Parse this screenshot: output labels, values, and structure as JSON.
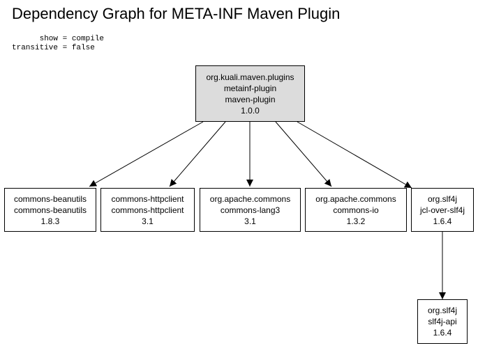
{
  "title": "Dependency Graph for META-INF Maven Plugin",
  "params": {
    "show_line": "      show = compile",
    "transitive_line": "transitive = false"
  },
  "nodes": {
    "root": {
      "group": "org.kuali.maven.plugins",
      "artifact": "metainf-plugin",
      "packaging": "maven-plugin",
      "version": "1.0.0"
    },
    "beanutils": {
      "group": "commons-beanutils",
      "artifact": "commons-beanutils",
      "version": "1.8.3"
    },
    "httpclient": {
      "group": "commons-httpclient",
      "artifact": "commons-httpclient",
      "version": "3.1"
    },
    "lang3": {
      "group": "org.apache.commons",
      "artifact": "commons-lang3",
      "version": "3.1"
    },
    "io": {
      "group": "org.apache.commons",
      "artifact": "commons-io",
      "version": "1.3.2"
    },
    "jcl": {
      "group": "org.slf4j",
      "artifact": "jcl-over-slf4j",
      "version": "1.6.4"
    },
    "slf4j_api": {
      "group": "org.slf4j",
      "artifact": "slf4j-api",
      "version": "1.6.4"
    }
  },
  "edges": [
    {
      "from": "root",
      "to": "beanutils"
    },
    {
      "from": "root",
      "to": "httpclient"
    },
    {
      "from": "root",
      "to": "lang3"
    },
    {
      "from": "root",
      "to": "io"
    },
    {
      "from": "root",
      "to": "jcl"
    },
    {
      "from": "jcl",
      "to": "slf4j_api"
    }
  ],
  "colors": {
    "root_fill": "#dcdcdc",
    "node_fill": "#ffffff",
    "stroke": "#000000"
  }
}
